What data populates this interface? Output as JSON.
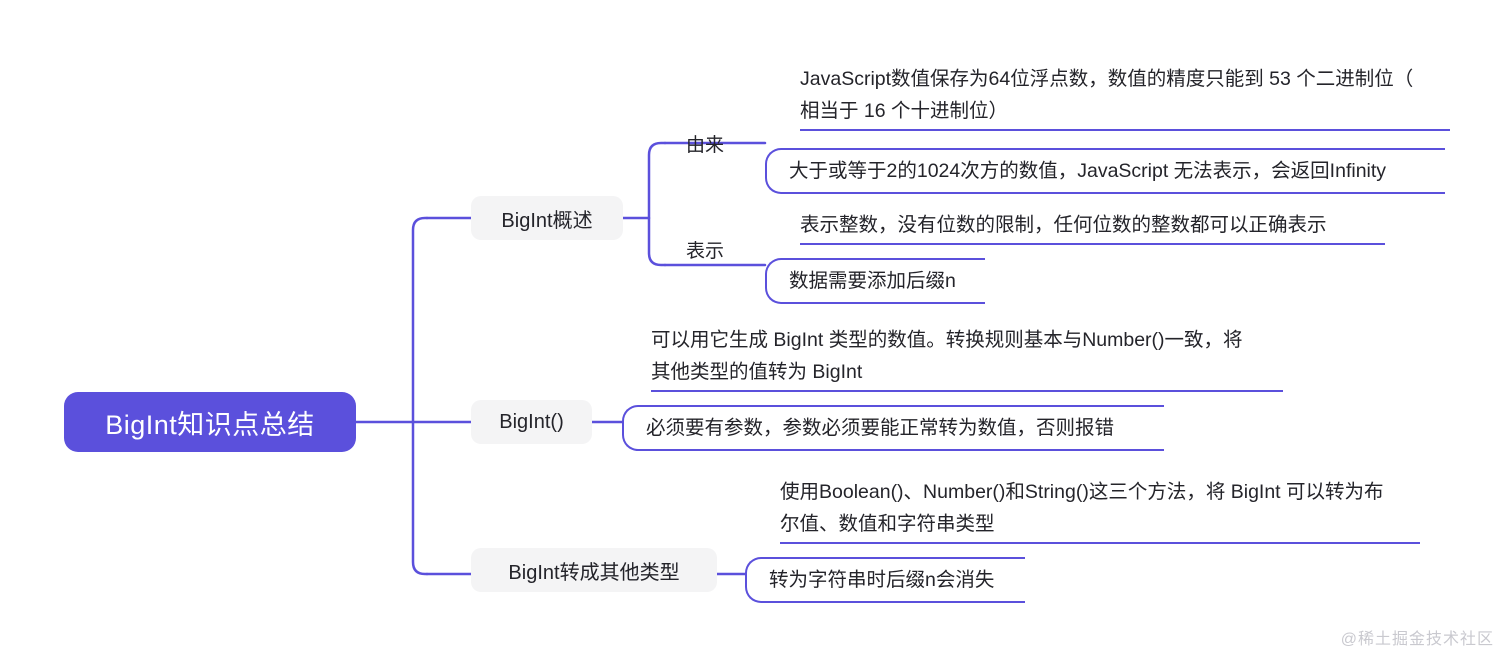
{
  "root": {
    "label": "BigInt知识点总结",
    "color": "#5B50DC"
  },
  "theme": {
    "line_color": "#5B50DC",
    "topic_bg": "#F4F4F5",
    "text_color": "#24242A",
    "background": "#FFFFFF"
  },
  "topics": [
    {
      "label": "BigInt概述",
      "branches": [
        {
          "label": "由来",
          "leaves": [
            {
              "text_line1": "JavaScript数值保存为64位浮点数，数值的精度只能到 53 个二进制位（",
              "text_line2": "相当于 16 个十进制位）",
              "style": "underline"
            },
            {
              "text_line1": "大于或等于2的1024次方的数值，JavaScript 无法表示，会返回Infinity",
              "text_line2": "",
              "style": "bracket"
            }
          ]
        },
        {
          "label": "表示",
          "leaves": [
            {
              "text_line1": "表示整数，没有位数的限制，任何位数的整数都可以正确表示",
              "text_line2": "",
              "style": "underline"
            },
            {
              "text_line1": "数据需要添加后缀n",
              "text_line2": "",
              "style": "bracket"
            }
          ]
        }
      ]
    },
    {
      "label": "BigInt()",
      "branches": [
        {
          "label": "",
          "leaves": [
            {
              "text_line1": "可以用它生成 BigInt 类型的数值。转换规则基本与Number()一致，将",
              "text_line2": "其他类型的值转为 BigInt",
              "style": "underline"
            },
            {
              "text_line1": "必须要有参数，参数必须要能正常转为数值，否则报错",
              "text_line2": "",
              "style": "bracket"
            }
          ]
        }
      ]
    },
    {
      "label": "BigInt转成其他类型",
      "branches": [
        {
          "label": "",
          "leaves": [
            {
              "text_line1": "使用Boolean()、Number()和String()这三个方法，将 BigInt 可以转为布",
              "text_line2": "尔值、数值和字符串类型",
              "style": "underline"
            },
            {
              "text_line1": "转为字符串时后缀n会消失",
              "text_line2": "",
              "style": "bracket"
            }
          ]
        }
      ]
    }
  ],
  "watermark": "@稀土掘金技术社区"
}
